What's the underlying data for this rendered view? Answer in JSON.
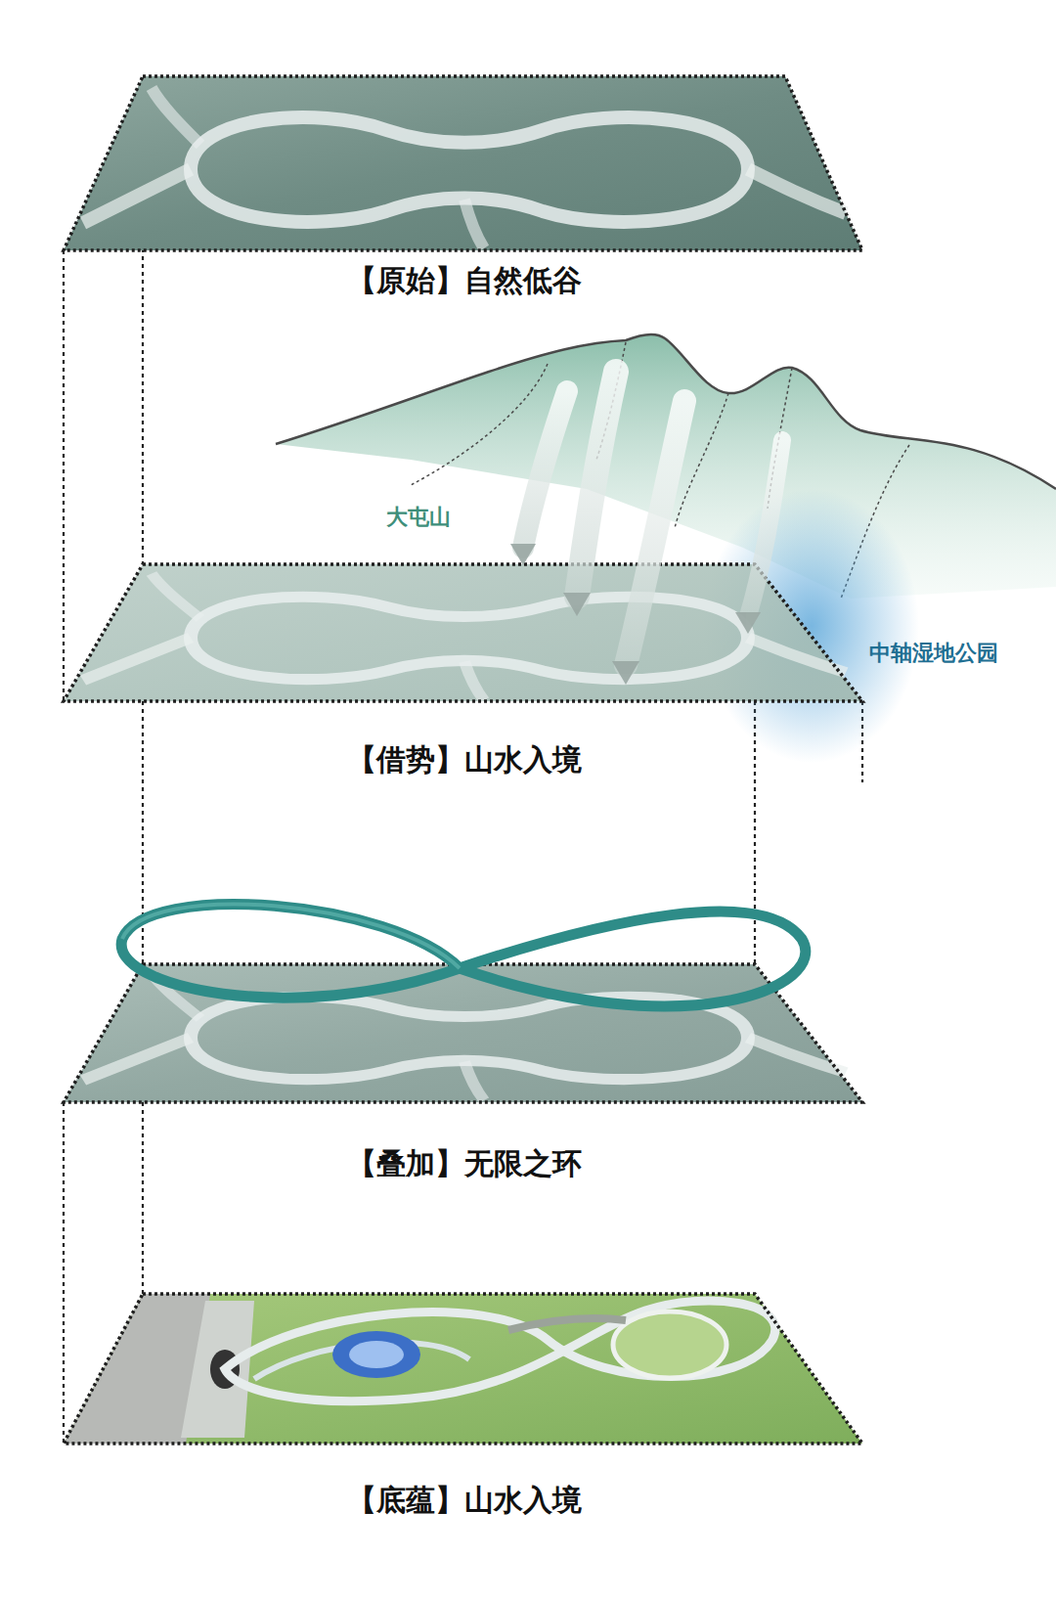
{
  "diagram": {
    "labels": [
      "【原始】自然低谷",
      "大屯山",
      "中轴湿地公园",
      "【借势】山水入境",
      "【叠加】无限之环",
      "【底蕴】山水入境"
    ]
  }
}
